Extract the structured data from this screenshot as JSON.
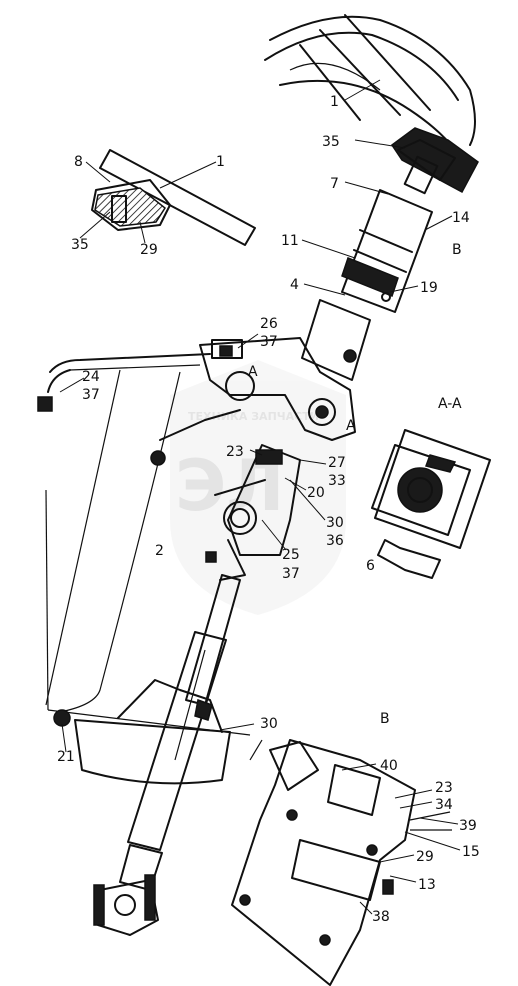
{
  "watermark": {
    "brand": "ЭЛ",
    "caption": "ТЕХНИКА ЗАПЧАСТИ"
  },
  "section_labels": {
    "b_top": "B",
    "aa": "A-A",
    "b_view": "B",
    "a_mark": "A"
  },
  "callouts": [
    "1",
    "35",
    "7",
    "14",
    "8",
    "1",
    "11",
    "B",
    "35",
    "29",
    "4",
    "19",
    "26",
    "37",
    "24",
    "37",
    "A-A",
    "23",
    "27",
    "33",
    "20",
    "30",
    "36",
    "2",
    "25",
    "37",
    "6",
    "30",
    "21",
    "B",
    "40",
    "23",
    "34",
    "39",
    "15",
    "29",
    "13",
    "38"
  ]
}
